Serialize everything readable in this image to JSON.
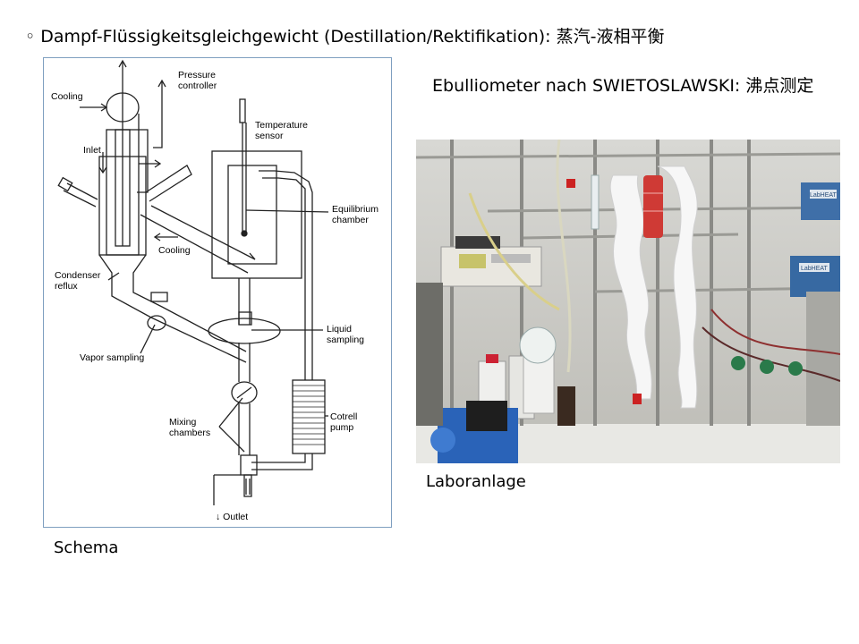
{
  "slide": {
    "bullet": "◦",
    "heading": "Dampf-Flüssigkeitsgleichgewicht (Destillation/Rektifikation): 蒸汽-液相平衡",
    "subtitle": "Ebulliometer nach SWIETOSLAWSKI: 沸点测定",
    "schema_caption": "Schema",
    "photo_caption": "Laboranlage"
  },
  "diagram": {
    "labels": {
      "cooling_top": "Cooling",
      "pressure": "Pressure",
      "controller": "controller",
      "inlet": "Inlet",
      "temperature": "Temperature",
      "sensor": "sensor",
      "equilibrium": "Equilibrium",
      "chamber": "chamber",
      "cooling_mid": "Cooling",
      "condenser": "Condenser",
      "reflux": "reflux",
      "liquid": "Liquid",
      "sampling": "sampling",
      "vapor_sampling": "Vapor sampling",
      "cotrell": "Cotrell",
      "pump": "pump",
      "mixing": "Mixing",
      "chambers": "chambers",
      "outlet": "↓ Outlet"
    }
  },
  "photo_labels": {
    "device_brand_1": "LabHEAT",
    "device_brand_2": "LabHEAT"
  }
}
